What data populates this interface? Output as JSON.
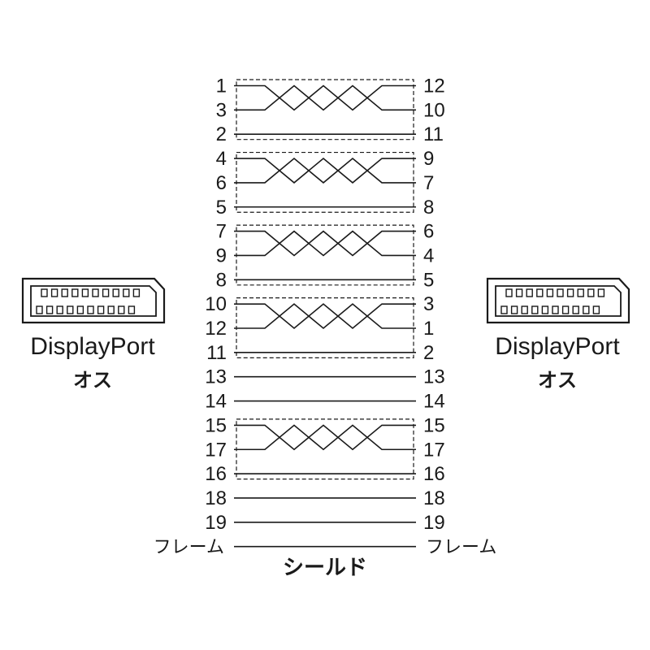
{
  "left_connector": {
    "name": "DisplayPort",
    "sub": "オス"
  },
  "right_connector": {
    "name": "DisplayPort",
    "sub": "オス"
  },
  "shield_label": "シールド",
  "rows": [
    {
      "left": "1",
      "right": "12",
      "twisted": true,
      "group": 0
    },
    {
      "left": "3",
      "right": "10",
      "twisted": true,
      "group": 0
    },
    {
      "left": "2",
      "right": "11",
      "twisted": false,
      "group": 0
    },
    {
      "left": "4",
      "right": "9",
      "twisted": true,
      "group": 1
    },
    {
      "left": "6",
      "right": "7",
      "twisted": true,
      "group": 1
    },
    {
      "left": "5",
      "right": "8",
      "twisted": false,
      "group": 1
    },
    {
      "left": "7",
      "right": "6",
      "twisted": true,
      "group": 2
    },
    {
      "left": "9",
      "right": "4",
      "twisted": true,
      "group": 2
    },
    {
      "left": "8",
      "right": "5",
      "twisted": false,
      "group": 2
    },
    {
      "left": "10",
      "right": "3",
      "twisted": true,
      "group": 3
    },
    {
      "left": "12",
      "right": "1",
      "twisted": true,
      "group": 3
    },
    {
      "left": "11",
      "right": "2",
      "twisted": false,
      "group": 3
    },
    {
      "left": "13",
      "right": "13",
      "twisted": false,
      "group": null
    },
    {
      "left": "14",
      "right": "14",
      "twisted": false,
      "group": null
    },
    {
      "left": "15",
      "right": "15",
      "twisted": true,
      "group": 4
    },
    {
      "left": "17",
      "right": "17",
      "twisted": true,
      "group": 4
    },
    {
      "left": "16",
      "right": "16",
      "twisted": false,
      "group": 4
    },
    {
      "left": "18",
      "right": "18",
      "twisted": false,
      "group": null
    },
    {
      "left": "19",
      "right": "19",
      "twisted": false,
      "group": null
    },
    {
      "left": "フレーム",
      "right": "フレーム",
      "twisted": false,
      "group": null
    }
  ]
}
